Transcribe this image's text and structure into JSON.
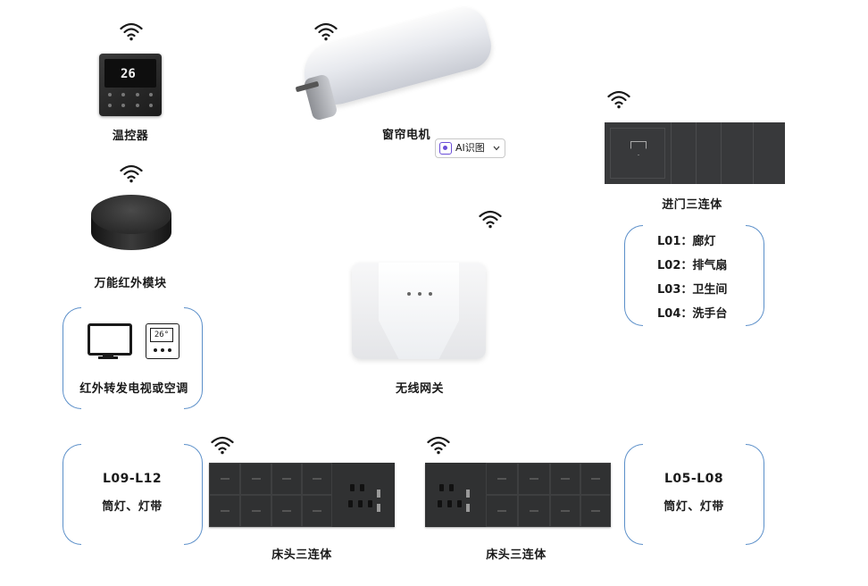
{
  "devices": {
    "thermostat": {
      "label": "温控器",
      "screen_temp": "26"
    },
    "curtain_motor": {
      "label": "窗帘电机"
    },
    "ai_badge": {
      "label": "AI识图",
      "icon": "ai-scan-icon",
      "chevron": "chevron-down-icon"
    },
    "ir_module": {
      "label": "万能红外模块"
    },
    "ir_forward": {
      "label": "红外转发电视或空调",
      "ac_temp": "26°"
    },
    "gateway": {
      "label": "无线网关"
    },
    "entry_panel": {
      "label": "进门三连体",
      "loads": [
        "L01：廊灯",
        "L02：排气扇",
        "L03：卫生间",
        "L04：洗手台"
      ]
    },
    "bedside_left": {
      "label": "床头三连体",
      "range": "L09-L12",
      "desc": "筒灯、灯带"
    },
    "bedside_right": {
      "label": "床头三连体",
      "range": "L05-L08",
      "desc": "筒灯、灯带"
    }
  },
  "colors": {
    "brace": "#5b8fc9",
    "panel": "#303132",
    "text": "#1a1a1a",
    "ai_accent": "#6b4fd8"
  }
}
